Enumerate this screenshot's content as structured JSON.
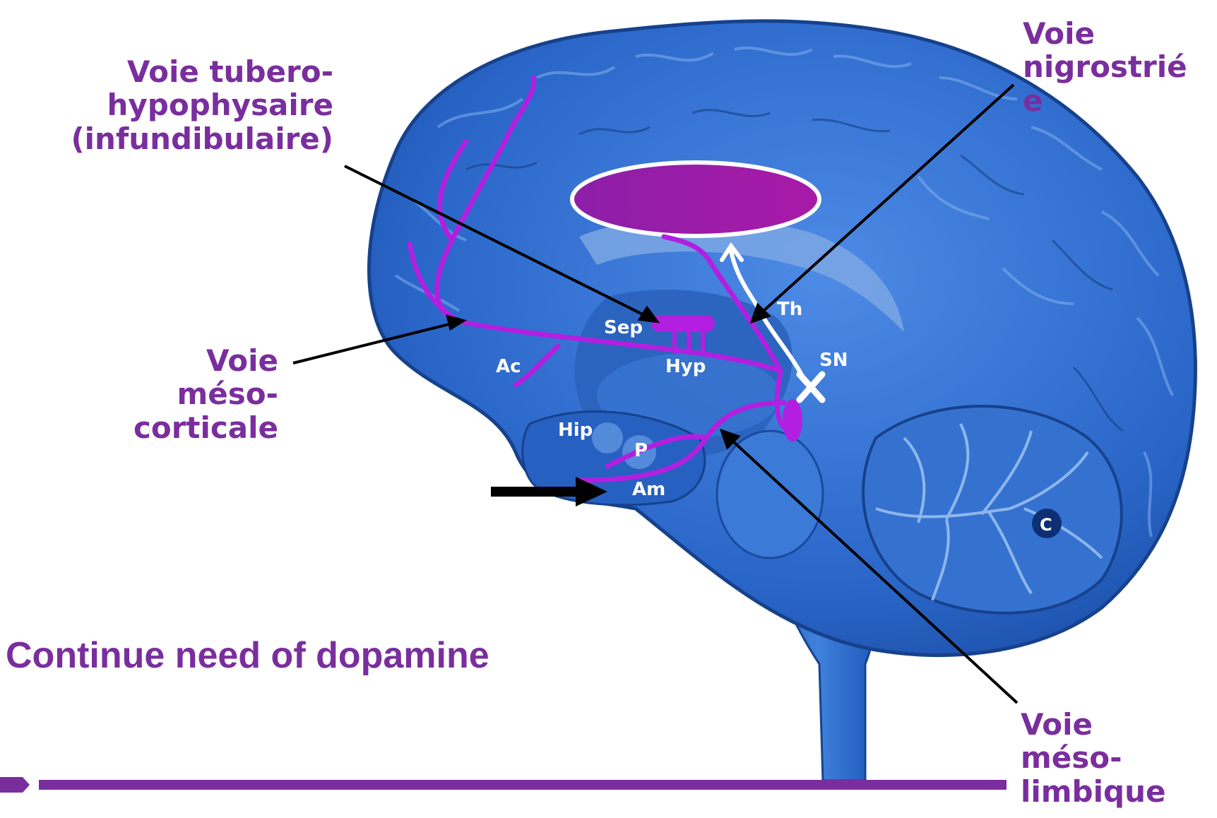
{
  "labels": {
    "tubero_line1": "Voie tubero-",
    "tubero_line2": "hypophysaire",
    "tubero_line3": "(infundibulaire)",
    "nigro_line1": "Voie",
    "nigro_line2": "nigrostrié",
    "nigro_line3": "e",
    "meso_cort_line1": "Voie",
    "meso_cort_line2": "méso-",
    "meso_cort_line3": "corticale",
    "meso_limb_line1": "Voie",
    "meso_limb_line2": "méso-",
    "meso_limb_line3": "limbique"
  },
  "regions": {
    "sep": "Sep",
    "th": "Th",
    "ac": "Ac",
    "hyp": "Hyp",
    "sn": "SN",
    "hip": "Hip",
    "p": "P",
    "am": "Am",
    "c": "C"
  },
  "caption": "Continue need of dopamine",
  "colors": {
    "label_purple": "#7a2e9e",
    "pathway_magenta": "#b21fe0",
    "brain_blue": "#2d6fd1",
    "brain_dark": "#1a4a9e"
  }
}
